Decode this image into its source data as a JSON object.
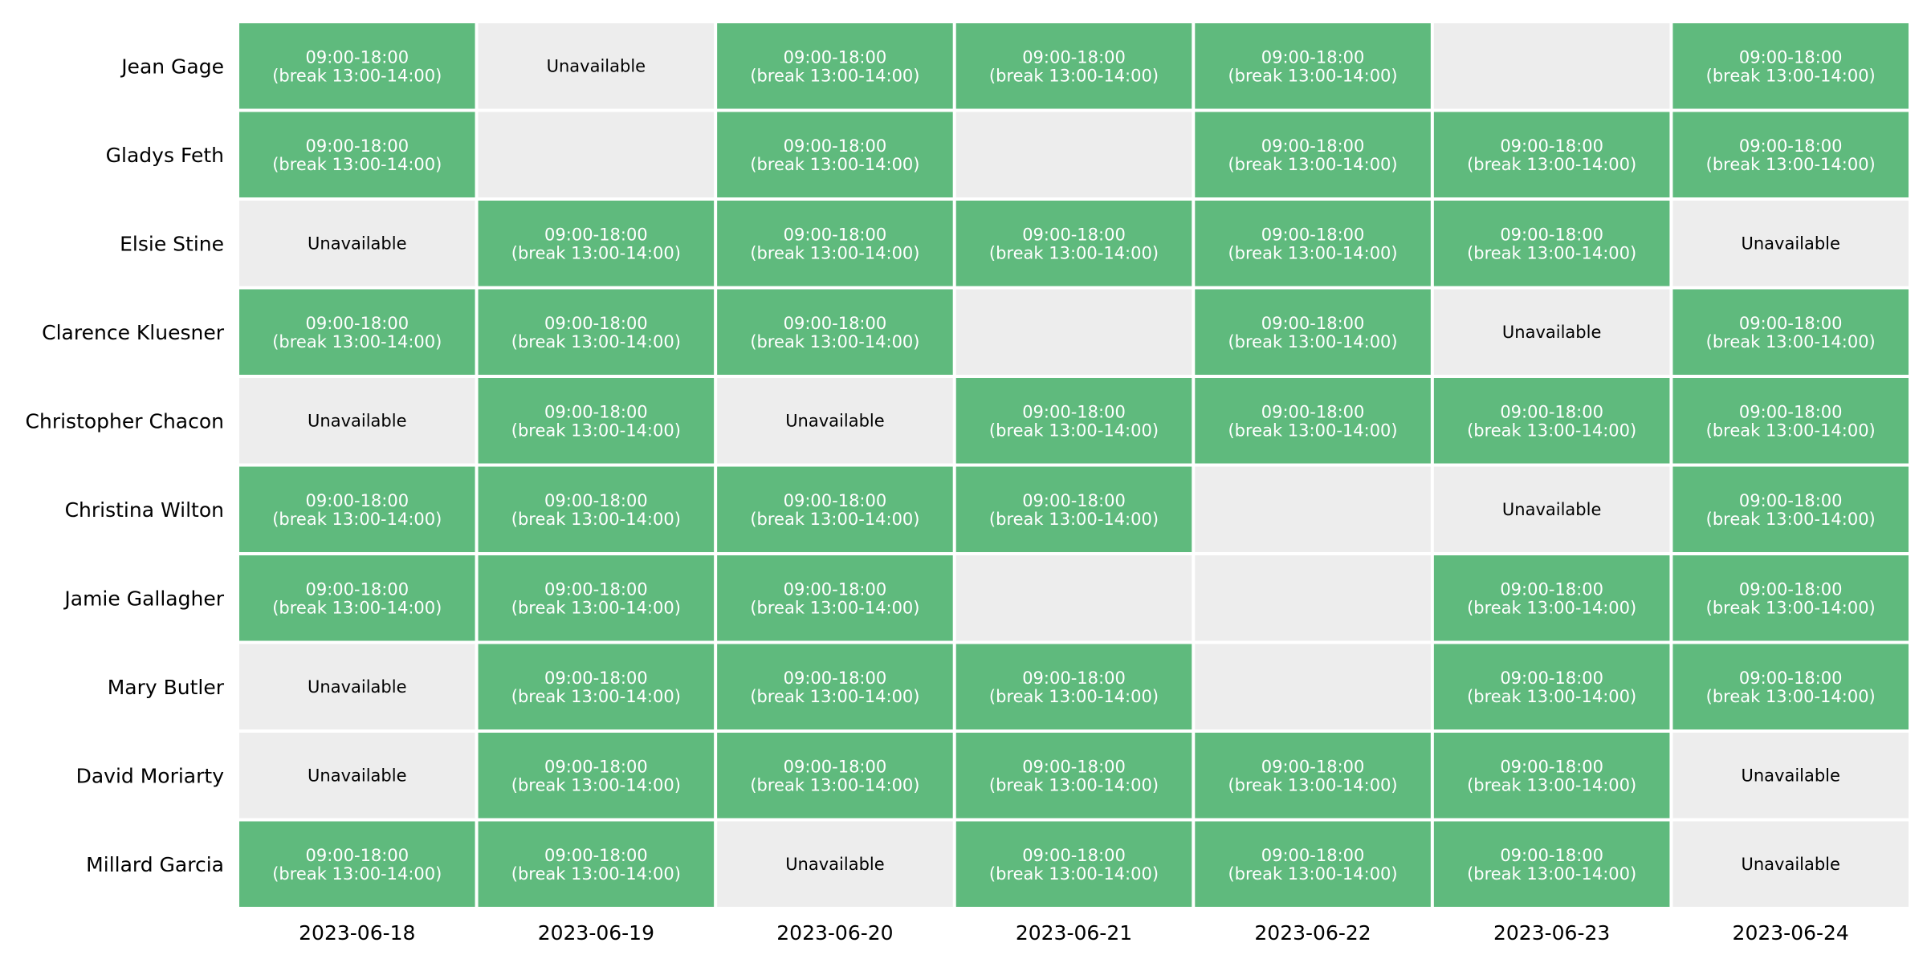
{
  "chart_data": {
    "type": "heatmap",
    "title": "",
    "xlabel": "",
    "ylabel": "",
    "legend": "none",
    "grid": false,
    "colors": {
      "available": "#5fba7d",
      "unavailable": "#ededed",
      "available_text": "#ffffff",
      "unavailable_text": "#000000",
      "cell_border": "#ffffff"
    },
    "categories": [
      "2023-06-18",
      "2023-06-19",
      "2023-06-20",
      "2023-06-21",
      "2023-06-22",
      "2023-06-23",
      "2023-06-24"
    ],
    "employees": [
      "Jean Gage",
      "Gladys Feth",
      "Elsie Stine",
      "Clarence Kluesner",
      "Christopher Chacon",
      "Christina Wilton",
      "Jamie Gallagher",
      "Mary Butler",
      "David Moriarty",
      "Millard Garcia"
    ],
    "shift_text": [
      "09:00-18:00",
      "(break 13:00-14:00)"
    ],
    "unavailable_text": "Unavailable",
    "cells": [
      [
        "shift",
        "unavailable",
        "shift",
        "shift",
        "shift",
        "",
        "shift"
      ],
      [
        "shift",
        "",
        "shift",
        "",
        "shift",
        "shift",
        "shift"
      ],
      [
        "unavailable",
        "shift",
        "shift",
        "shift",
        "shift",
        "shift",
        "unavailable"
      ],
      [
        "shift",
        "shift",
        "shift",
        "",
        "shift",
        "unavailable",
        "shift"
      ],
      [
        "unavailable",
        "shift",
        "unavailable",
        "shift",
        "shift",
        "shift",
        "shift"
      ],
      [
        "shift",
        "shift",
        "shift",
        "shift",
        "",
        "unavailable",
        "shift"
      ],
      [
        "shift",
        "shift",
        "shift",
        "",
        "",
        "shift",
        "shift"
      ],
      [
        "unavailable",
        "shift",
        "shift",
        "shift",
        "",
        "shift",
        "shift"
      ],
      [
        "unavailable",
        "shift",
        "shift",
        "shift",
        "shift",
        "shift",
        "unavailable"
      ],
      [
        "shift",
        "shift",
        "unavailable",
        "shift",
        "shift",
        "shift",
        "unavailable"
      ]
    ]
  }
}
